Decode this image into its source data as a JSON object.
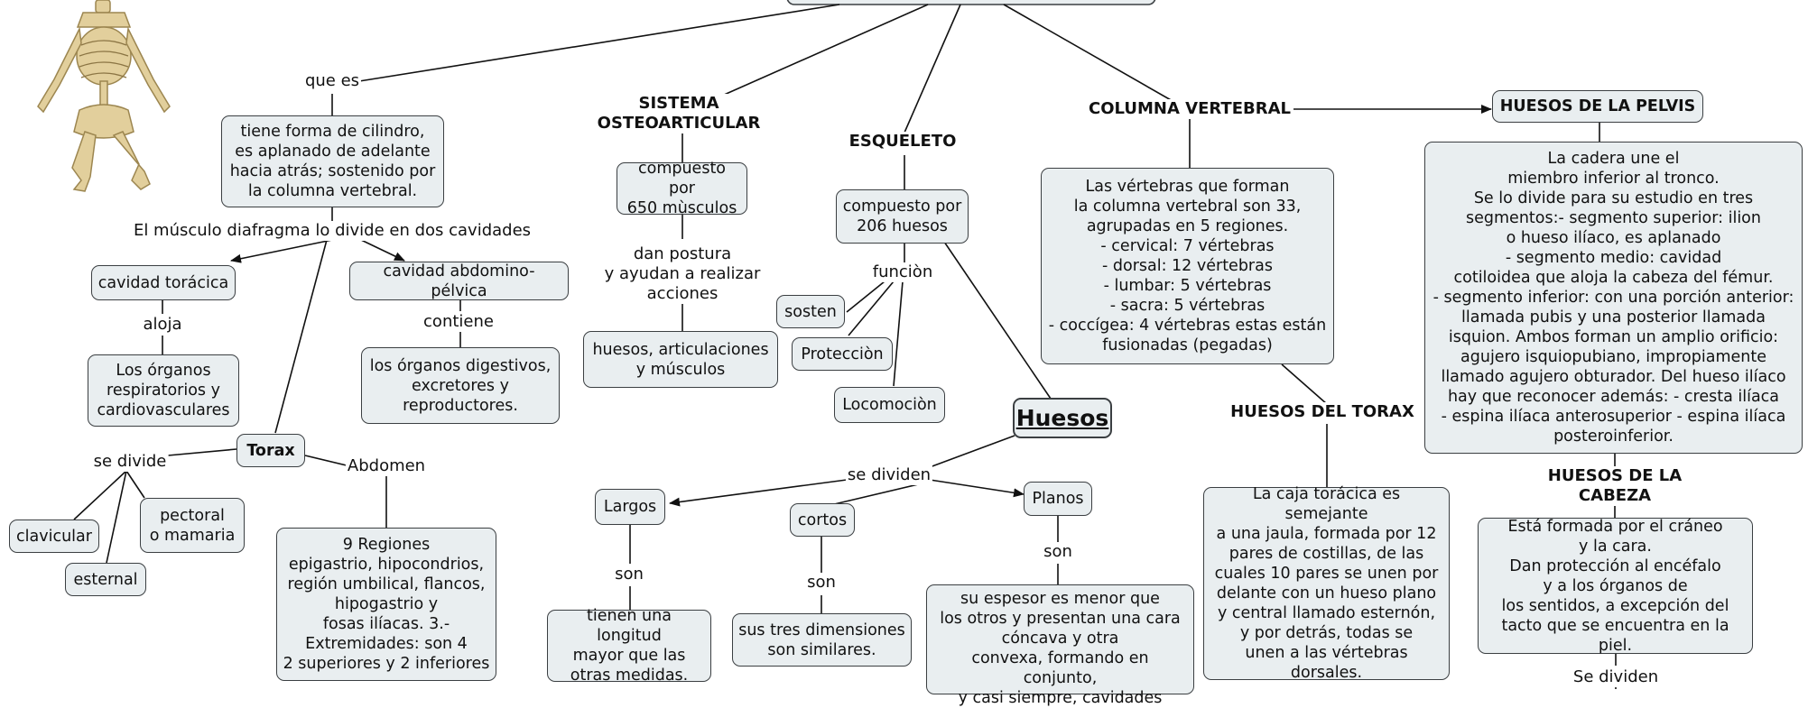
{
  "colors": {
    "box_fill": "#e9eef0",
    "box_border": "#3b3f42",
    "line": "#111111",
    "bone": "#e2cf9c"
  },
  "image": {
    "icon": "skeleton-icon"
  },
  "nodes": {
    "tubo": "tiene forma de cilindro,\nes aplanado de adelante\nhacia atrás; sostenido por\nla columna vertebral.",
    "cav_tor": "cavidad torácica",
    "cav_abd": "cavidad abdomino-pélvica",
    "organos_resp": "Los órganos\nrespiratorios y\ncardiovasculares",
    "organos_dig": "los órganos digestivos,\nexcretores y\nreproductores.",
    "torax": "Torax",
    "clavicular": "clavicular",
    "esternal": "esternal",
    "pectoral": "pectoral\no mamaria",
    "regiones": "9 Regiones\nepigastrio, hipocondrios,\nregión umbilical, flancos,\nhipogastrio y\nfosas ilíacas. 3.-\nExtremidades: son 4\n2 superiores y 2 inferiores",
    "comp650": "compuesto por\n650 mùsculos",
    "huesos_art": "huesos, articulaciones\ny músculos",
    "comp206": "compuesto por\n206 huesos",
    "sosten": "sosten",
    "proteccion": "Protecciòn",
    "locomocion": "Locomociòn",
    "huesos": "Huesos",
    "largos": "Largos",
    "cortos": "cortos",
    "planos": "Planos",
    "largos_desc": "tienen una longitud\nmayor que las\notras medidas.",
    "cortos_desc": "sus tres dimensiones\nson similares.",
    "planos_desc": "su espesor es menor que\nlos otros y presentan una cara\ncóncava y otra\nconvexa, formando en conjunto,\ny casi siempre, cavidades",
    "vertebras": "Las vértebras que forman\nla columna vertebral son 33,\nagrupadas en 5 regiones.\n- cervical: 7 vértebras\n- dorsal: 12 vértebras\n- lumbar: 5 vértebras\n- sacra: 5 vértebras\n- coccígea: 4 vértebras estas están\nfusionadas (pegadas)",
    "caja_toracica": "La caja torácica es semejante\na una jaula, formada por 12\npares de costillas, de las\ncuales 10 pares se unen por\ndelante con un hueso plano\ny central llamado esternón,\ny por detrás, todas se\nunen a las vértebras\ndorsales.",
    "pelvis_title": "HUESOS DE LA PELVIS",
    "pelvis_desc": "La cadera une el\nmiembro inferior al tronco.\nSe lo divide para su estudio en tres\nsegmentos:- segmento superior: ilion\no hueso ilíaco, es aplanado\n- segmento medio: cavidad\ncotiloidea que aloja la cabeza del fémur.\n- segmento inferior: con una porción anterior:\nllamada pubis y una posterior llamada\nisquion. Ambos forman un amplio orificio:\nagujero isquiopubiano, impropiamente\nllamado agujero obturador. Del hueso ilíaco\nhay que  reconocer además: - cresta ilíaca\n- espina ilíaca anterosuperior - espina ilíaca\nposteroinferior.",
    "cabeza_desc": "Está formada por el cráneo\ny la cara.\nDan protección al encéfalo\ny a los órganos de\nlos sentidos, a excepción del\ntacto que se encuentra en la piel."
  },
  "headings": {
    "sistema": "SISTEMA\nOSTEOARTICULAR",
    "esqueleto": "ESQUELETO",
    "columna": "COLUMNA VERTEBRAL",
    "torax_huesos": "HUESOS DEL TORAX",
    "cabeza": "HUESOS DE LA CABEZA"
  },
  "links": {
    "que_es": "que es",
    "diafragma": "El músculo diafragma lo divide en dos cavidades",
    "aloja": "aloja",
    "contiene": "contiene",
    "se_divide": "se divide",
    "abdomen": "Abdomen",
    "dan_postura": "dan postura\ny ayudan a realizar\nacciones",
    "funcion": "funciòn",
    "se_dividen": "se dividen",
    "son1": "son",
    "son2": "son",
    "son3": "son",
    "se_dividen_cabeza": "Se dividen"
  }
}
